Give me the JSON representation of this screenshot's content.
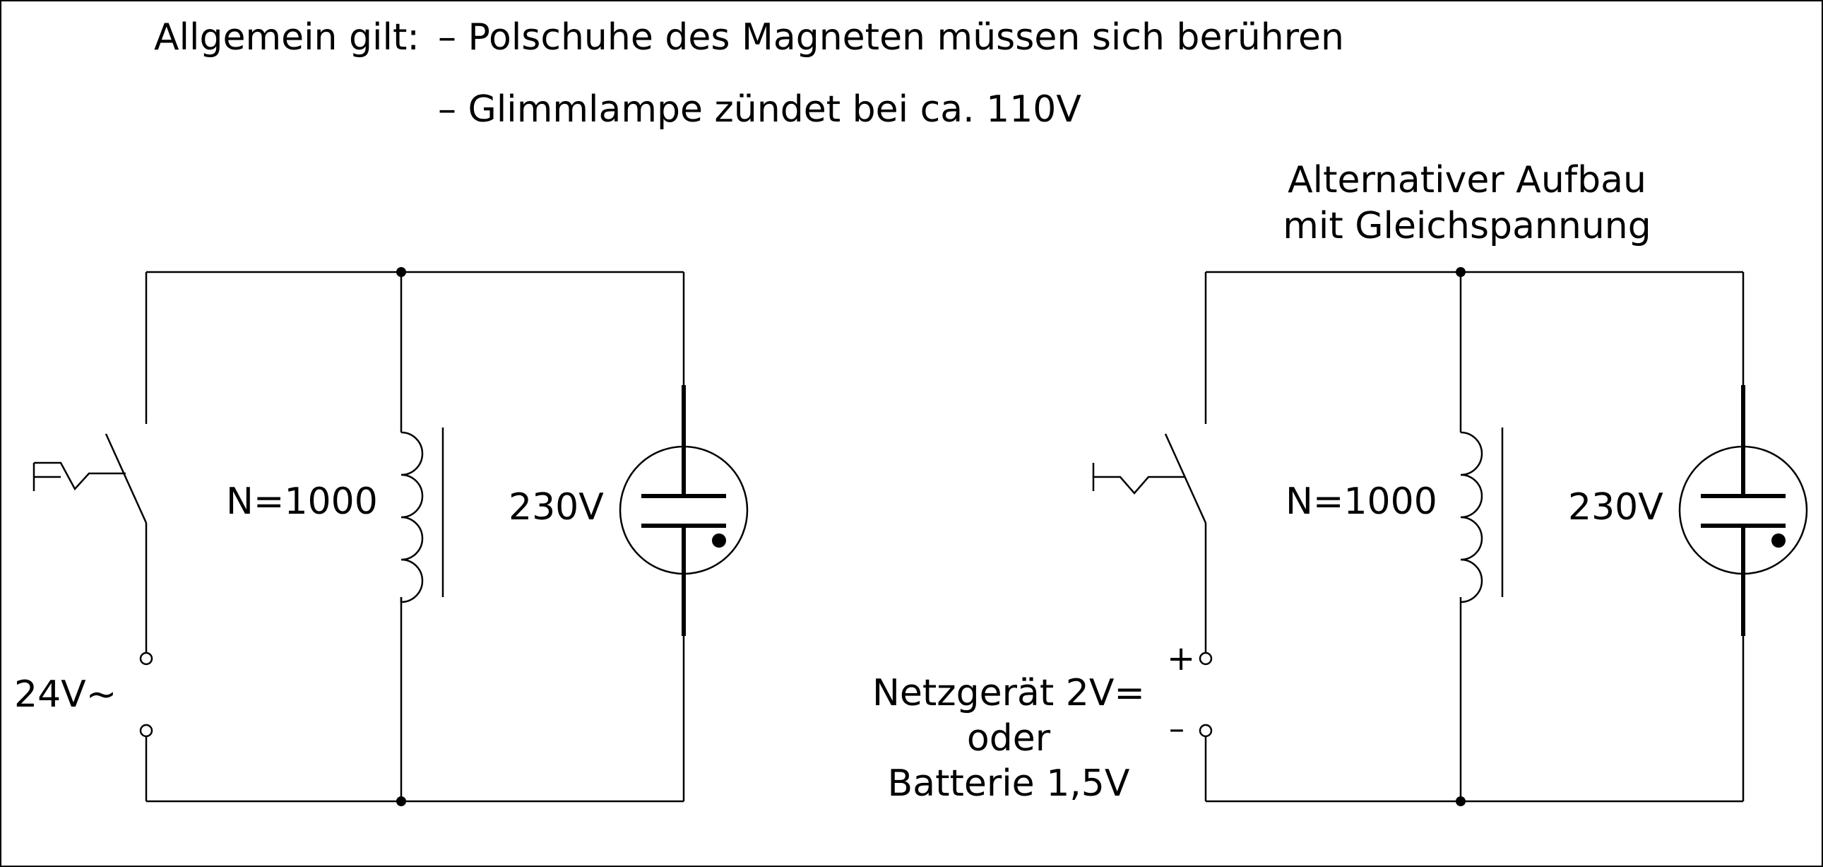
{
  "notes": {
    "prefix": "Allgemein gilt:",
    "line1": "– Polschuhe des Magneten müssen sich berühren",
    "line2": "– Glimmlampe zündet bei ca. 110V"
  },
  "left_circuit": {
    "source_label": "24V~",
    "coil_label": "N=1000",
    "lamp_label": "230V"
  },
  "right_circuit": {
    "title_line1": "Alternativer Aufbau",
    "title_line2": "mit Gleichspannung",
    "plus_label": "+",
    "minus_label": "–",
    "source_line1": "Netzgerät 2V=",
    "source_line2": "oder",
    "source_line3": "Batterie 1,5V",
    "coil_label": "N=1000",
    "lamp_label": "230V"
  }
}
